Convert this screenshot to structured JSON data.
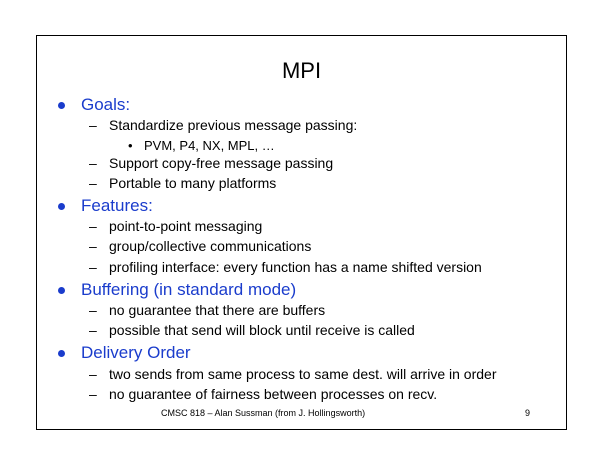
{
  "colors": {
    "heading": "#1a3ccc",
    "text": "#000000",
    "frame": "#000000"
  },
  "title": "MPI",
  "sections": [
    {
      "heading": "Goals:",
      "items": [
        {
          "text": "Standardize previous message passing:",
          "subitems": [
            "PVM, P4, NX, MPL, …"
          ]
        },
        {
          "text": "Support copy-free message passing",
          "subitems": []
        },
        {
          "text": "Portable to many platforms",
          "subitems": []
        }
      ]
    },
    {
      "heading": "Features:",
      "items": [
        {
          "text": "point-to-point messaging",
          "subitems": []
        },
        {
          "text": "group/collective communications",
          "subitems": []
        },
        {
          "text": "profiling interface: every function has a  name shifted version",
          "subitems": []
        }
      ]
    },
    {
      "heading": "Buffering (in standard mode)",
      "items": [
        {
          "text": "no guarantee that there are buffers",
          "subitems": []
        },
        {
          "text": "possible that send will block until receive is called",
          "subitems": []
        }
      ]
    },
    {
      "heading": "Delivery Order",
      "items": [
        {
          "text": "two sends from same process to same dest. will arrive in order",
          "subitems": []
        },
        {
          "text": "no guarantee of fairness between processes on recv.",
          "subitems": []
        }
      ]
    }
  ],
  "footer": {
    "credit": "CMSC 818 – Alan Sussman (from J. Hollingsworth)",
    "page_number": "9"
  },
  "markers": {
    "dash": "–",
    "bullet": "•"
  }
}
